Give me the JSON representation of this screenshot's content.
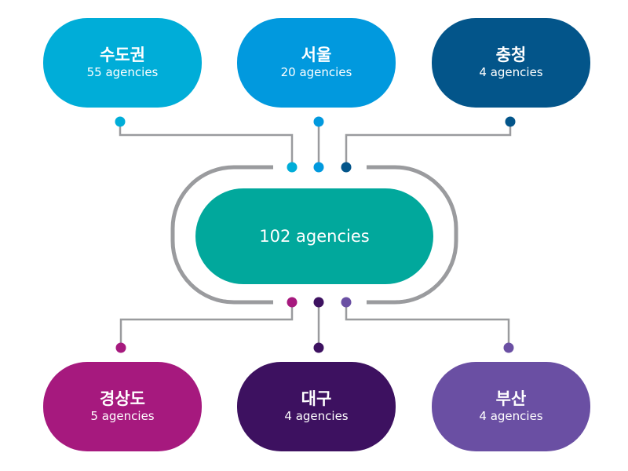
{
  "center": {
    "label": "102 agencies",
    "color": "#01A89C"
  },
  "ring_color": "#9A9B9E",
  "regions": [
    {
      "name": "수도권",
      "count": "55 agencies",
      "color": "#00ADD8"
    },
    {
      "name": "서울",
      "count": "20 agencies",
      "color": "#0199DE"
    },
    {
      "name": "충청",
      "count": "4 agencies",
      "color": "#03558A"
    },
    {
      "name": "경상도",
      "count": "5 agencies",
      "color": "#A6197E"
    },
    {
      "name": "대구",
      "count": "4 agencies",
      "color": "#3D1160"
    },
    {
      "name": "부산",
      "count": "4 agencies",
      "color": "#6A4FA3"
    }
  ]
}
